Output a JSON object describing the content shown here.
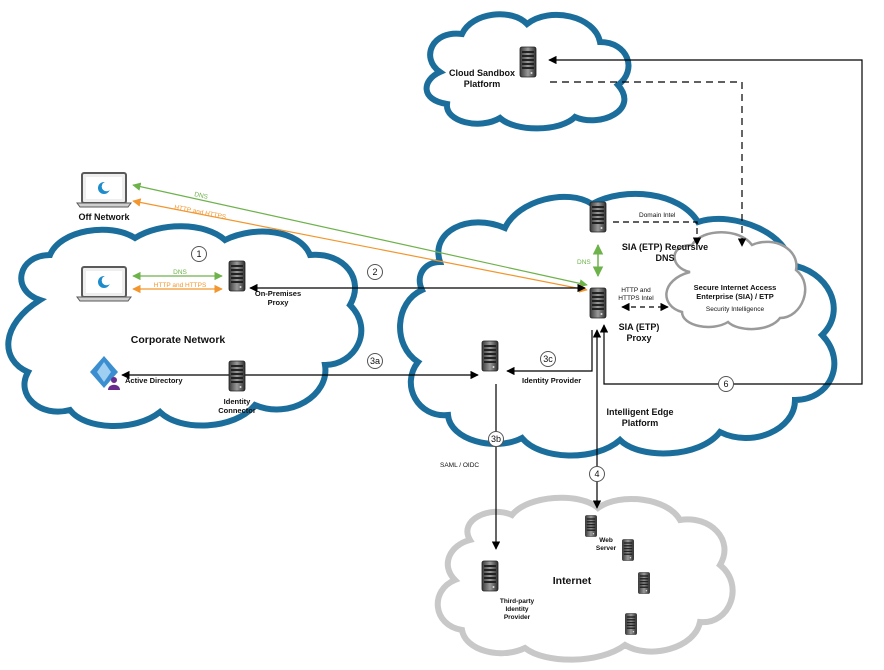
{
  "clouds": {
    "cloud_sandbox": "Cloud Sandbox\nPlatform",
    "corporate": "Corporate Network",
    "intelligent_edge": "Intelligent Edge\nPlatform",
    "sia_etp": "Secure Internet Access\nEnterprise (SIA) / ETP",
    "sia_etp_sub": "Security Intelligence",
    "internet": "Internet"
  },
  "nodes": {
    "off_network": "Off Network",
    "on_premises_proxy": "On-Premises\nProxy",
    "active_directory": "Active Directory",
    "identity_connector": "Identity\nConnector",
    "recursive_dns": "SIA (ETP) Recursive\nDNS",
    "sia_proxy": "SIA (ETP)\nProxy",
    "identity_provider": "Identity Provider",
    "web_server": "Web\nServer",
    "third_party_idp": "Third-party\nIdentity\nProvider"
  },
  "edge_labels": {
    "dns": "DNS",
    "http_https": "HTTP and HTTPS",
    "domain_intel": "Domain Intel",
    "http_https_intel": "HTTP and\nHTTPS Intel",
    "saml_oidc": "SAML / OIDC"
  },
  "steps": [
    "1",
    "2",
    "3a",
    "3b",
    "3c",
    "4",
    "6"
  ],
  "colors": {
    "cloud_blue": "#1b6e9b",
    "cloud_gray": "#c8c8c8",
    "dns_green": "#6db24a",
    "http_orange": "#f2962d",
    "arrow_black": "#000000"
  }
}
